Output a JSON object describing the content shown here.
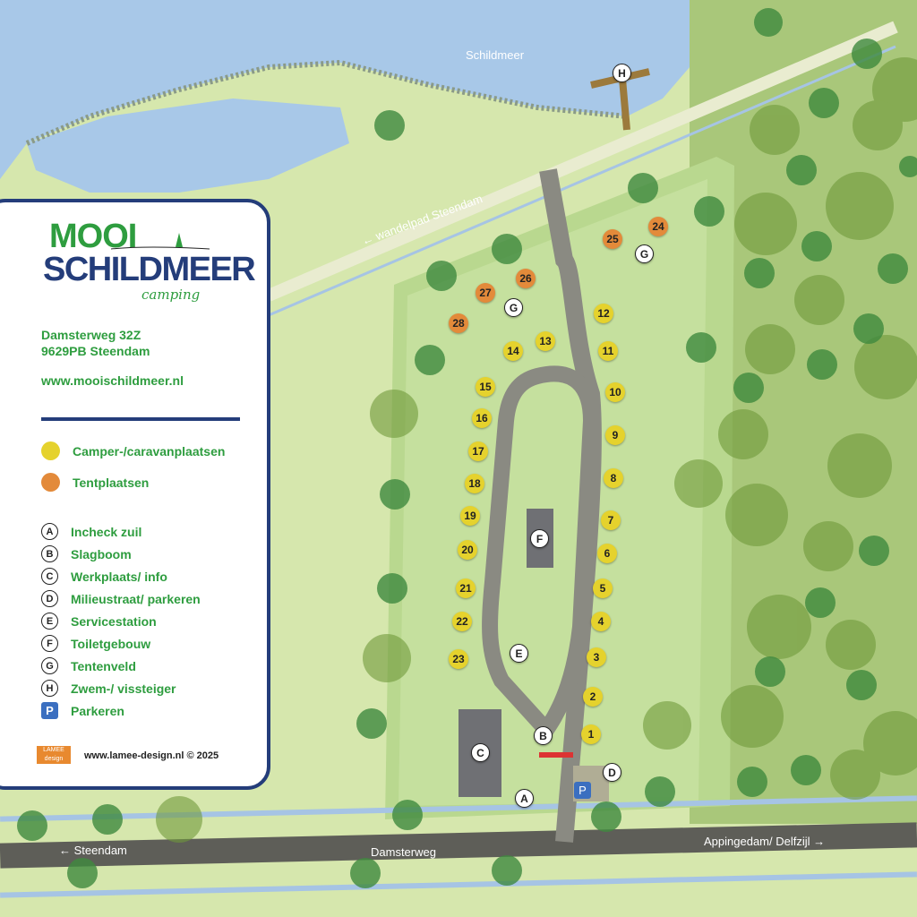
{
  "map": {
    "lake": "Schildmeer",
    "path": "← wandelpad Steendam",
    "road": "Damsterweg",
    "west": "← Steendam",
    "east": "Appingedam/ Delfzijl →"
  },
  "pitches": {
    "camper": [
      "1",
      "2",
      "3",
      "4",
      "5",
      "6",
      "7",
      "8",
      "9",
      "10",
      "11",
      "12",
      "13",
      "14",
      "15",
      "16",
      "17",
      "18",
      "19",
      "20",
      "21",
      "22",
      "23"
    ],
    "tent": [
      "24",
      "25",
      "26",
      "27",
      "28"
    ]
  },
  "facilities": {
    "A": "A",
    "B": "B",
    "C": "C",
    "D": "D",
    "E": "E",
    "F": "F",
    "G": "G",
    "H": "H",
    "P": "P"
  },
  "panel": {
    "logo_top": "MOOI",
    "logo_main": "SCHILDMEER",
    "logo_sub": "camping",
    "address1": "Damsterweg 32Z",
    "address2": "9629PB Steendam",
    "website": "www.mooischildmeer.nl",
    "legend": [
      {
        "key": "",
        "label": "Camper-/caravanplaatsen",
        "color": "#e5d22d"
      },
      {
        "key": "",
        "label": "Tentplaatsen",
        "color": "#e38a3a"
      },
      {
        "key": "A",
        "label": "Incheck zuil"
      },
      {
        "key": "B",
        "label": "Slagboom"
      },
      {
        "key": "C",
        "label": "Werkplaats/ info"
      },
      {
        "key": "D",
        "label": "Milieustraat/ parkeren"
      },
      {
        "key": "E",
        "label": "Servicestation"
      },
      {
        "key": "F",
        "label": "Toiletgebouw"
      },
      {
        "key": "G",
        "label": "Tentenveld"
      },
      {
        "key": "H",
        "label": "Zwem-/ vissteiger"
      },
      {
        "key": "P",
        "label": "Parkeren"
      }
    ],
    "designer_logo": "LAMEE design",
    "credit": "www.lamee-design.nl © 2025"
  },
  "colors": {
    "water": "#a8c8e8",
    "grass": "#cfe3a6",
    "road": "#8a8a82",
    "navy": "#243d7a",
    "green": "#2e9d3f"
  }
}
